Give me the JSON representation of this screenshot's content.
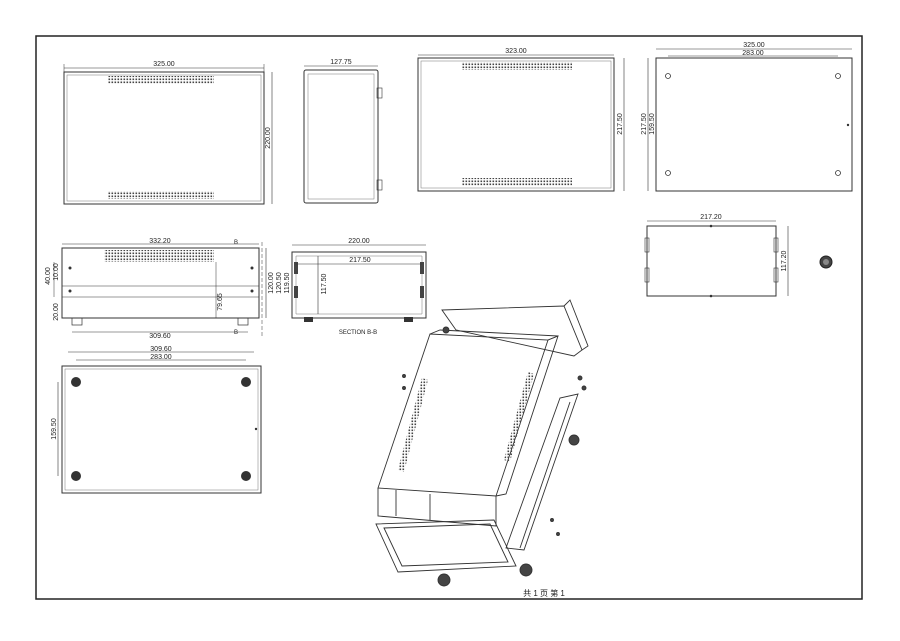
{
  "colors": {
    "line": "#333333",
    "paper": "#ffffff",
    "frame": "#222222",
    "hatch": "#444444"
  },
  "views": {
    "front_top": {
      "width": "325.00",
      "height": "220.00"
    },
    "side_narrow": {
      "width": "127.75"
    },
    "top_right_panel": {
      "width": "323.00",
      "height": "217.50"
    },
    "mount_plate": {
      "width_outer": "325.00",
      "width_inner": "283.00",
      "height_outer": "217.50",
      "height_inner": "159.50"
    },
    "front_elev": {
      "width_top": "332.20",
      "width_bottom": "309.60",
      "h_total": "120.00",
      "h_a": "120.50",
      "h_b": "119.50",
      "left_a": "40.00",
      "left_b": "10.00",
      "left_c": "20.00",
      "inner": "79.65",
      "section_mark": "B"
    },
    "section": {
      "width_outer": "220.00",
      "width_inner": "217.50",
      "height": "117.50",
      "label": "SECTION B-B"
    },
    "end_panel": {
      "width": "217.20",
      "height": "117.20"
    },
    "bottom_plan": {
      "width_outer": "309.60",
      "width_inner": "283.00",
      "height": "159.50"
    }
  },
  "footer": {
    "text": "共 1 页   第 1"
  }
}
